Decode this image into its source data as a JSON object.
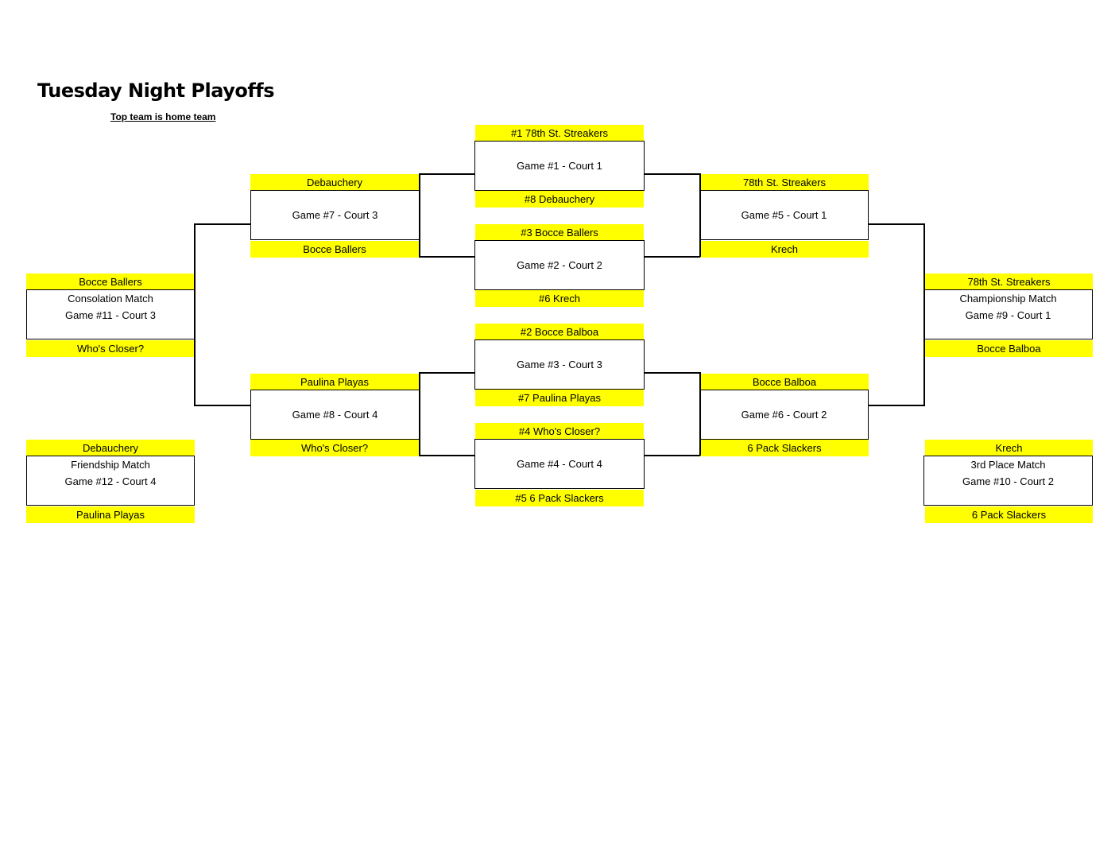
{
  "header": {
    "title": "Tuesday Night Playoffs",
    "subtitle": "Top team is home team"
  },
  "colors": {
    "team_highlight": "#ffff00",
    "line": "#000000"
  },
  "round1": [
    {
      "home": "#1 78th St. Streakers",
      "game": "Game #1 - Court 1",
      "away": "#8 Debauchery"
    },
    {
      "home": "#3 Bocce Ballers",
      "game": "Game #2 - Court 2",
      "away": "#6 Krech"
    },
    {
      "home": "#2 Bocce Balboa",
      "game": "Game #3 - Court 3",
      "away": "#7 Paulina Playas"
    },
    {
      "home": "#4 Who's Closer?",
      "game": "Game #4 - Court 4",
      "away": "#5 6 Pack Slackers"
    }
  ],
  "round2_left": [
    {
      "home": "Debauchery",
      "game": "Game #7 - Court 3",
      "away": "Bocce Ballers"
    },
    {
      "home": "Paulina Playas",
      "game": "Game #8 - Court 4",
      "away": "Who's Closer?"
    }
  ],
  "round2_right": [
    {
      "home": "78th St. Streakers",
      "game": "Game #5 - Court 1",
      "away": "Krech"
    },
    {
      "home": "Bocce Balboa",
      "game": "Game #6 - Court 2",
      "away": "6 Pack Slackers"
    }
  ],
  "finals_left": [
    {
      "home": "Bocce Ballers",
      "match": "Consolation Match",
      "game": "Game #11 - Court 3",
      "away": "Who's Closer?"
    },
    {
      "home": "Debauchery",
      "match": "Friendship Match",
      "game": "Game #12 - Court 4",
      "away": "Paulina Playas"
    }
  ],
  "finals_right": [
    {
      "home": "78th St. Streakers",
      "match": "Championship Match",
      "game": "Game #9 - Court 1",
      "away": "Bocce Balboa"
    },
    {
      "home": "Krech",
      "match": "3rd Place Match",
      "game": "Game #10 - Court 2",
      "away": "6 Pack Slackers"
    }
  ]
}
